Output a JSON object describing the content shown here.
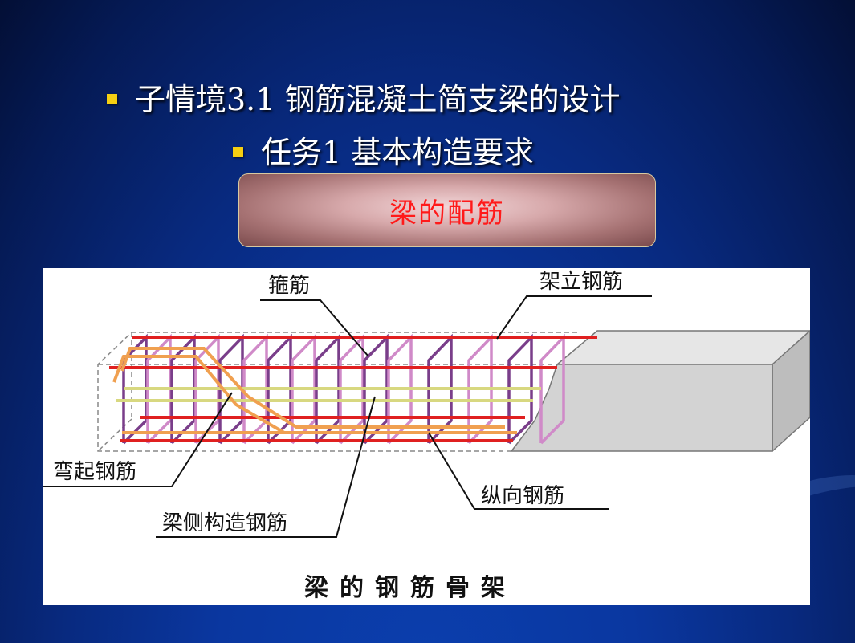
{
  "slide": {
    "bullet1": "子情境3.1 钢筋混凝土简支梁的设计",
    "bullet2": "任务1 基本构造要求",
    "box_title": "梁的配筋"
  },
  "figure": {
    "labels": {
      "stirrup": "箍筋",
      "erection_bar": "架立钢筋",
      "bent_bar": "弯起钢筋",
      "longitudinal_bar": "纵向钢筋",
      "side_bar": "梁侧构造钢筋"
    },
    "caption": "梁的钢筋骨架"
  },
  "colors": {
    "bullet": "#f5cf12",
    "box_text": "#ff1a1a",
    "rebar_red": "#e02020",
    "rebar_orange": "#f0a050",
    "rebar_purple": "#7a3e8a",
    "rebar_pink": "#d08ac8",
    "rebar_yellow": "#d8d880",
    "concrete": "#d3d3d3"
  }
}
